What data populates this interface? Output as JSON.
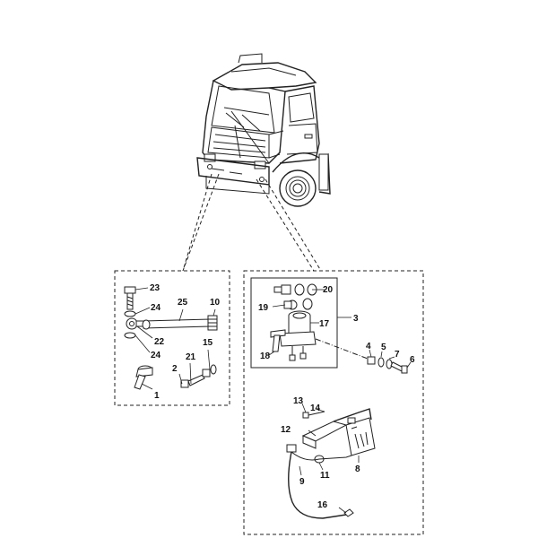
{
  "labels": {
    "p1": "1",
    "p2": "2",
    "p3": "3",
    "p4": "4",
    "p5": "5",
    "p6": "6",
    "p7": "7",
    "p8": "8",
    "p9": "9",
    "p10": "10",
    "p11": "11",
    "p12": "12",
    "p13": "13",
    "p14": "14",
    "p15": "15",
    "p16": "16",
    "p17": "17",
    "p18": "18",
    "p19": "19",
    "p20": "20",
    "p21": "21",
    "p22": "22",
    "p23": "23",
    "p24a": "24",
    "p24b": "24",
    "p25": "25"
  },
  "colors": {
    "line": "#222222",
    "background": "#ffffff"
  }
}
